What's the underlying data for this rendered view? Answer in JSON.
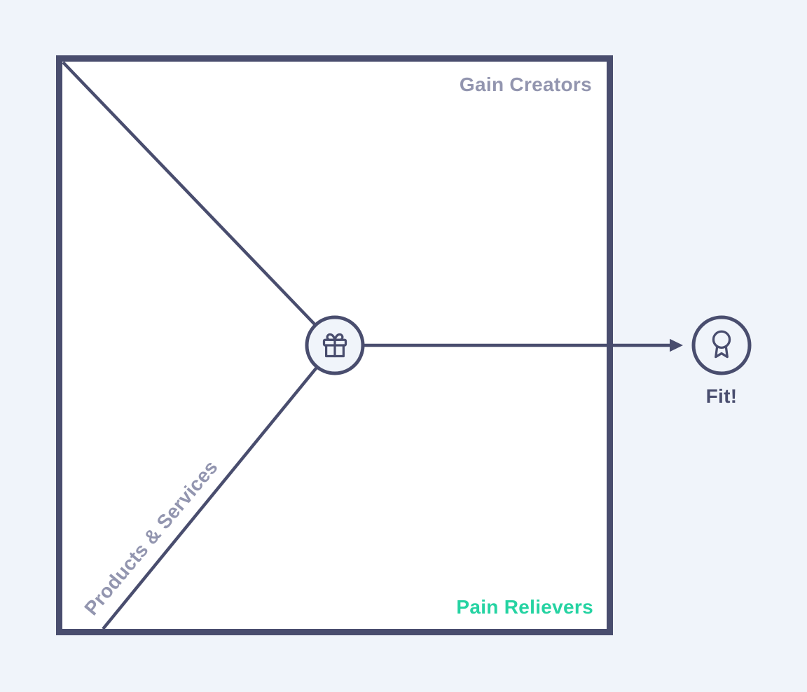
{
  "diagram": {
    "name": "value-proposition-canvas-value-map",
    "square": {
      "gain_creators_label": "Gain Creators",
      "pain_relievers_label": "Pain Relievers",
      "products_services_label": "Products & Services"
    },
    "fit": {
      "label": "Fit!"
    },
    "icons": {
      "center_node": "gift-icon",
      "fit_node": "award-icon",
      "connector": "arrow-right-icon"
    },
    "colors": {
      "background": "#f0f4fa",
      "panel_fill": "#ffffff",
      "outline_navy": "#494d6e",
      "muted_label_gray": "#9295af",
      "pain_relievers_teal": "#25d3a2"
    }
  }
}
